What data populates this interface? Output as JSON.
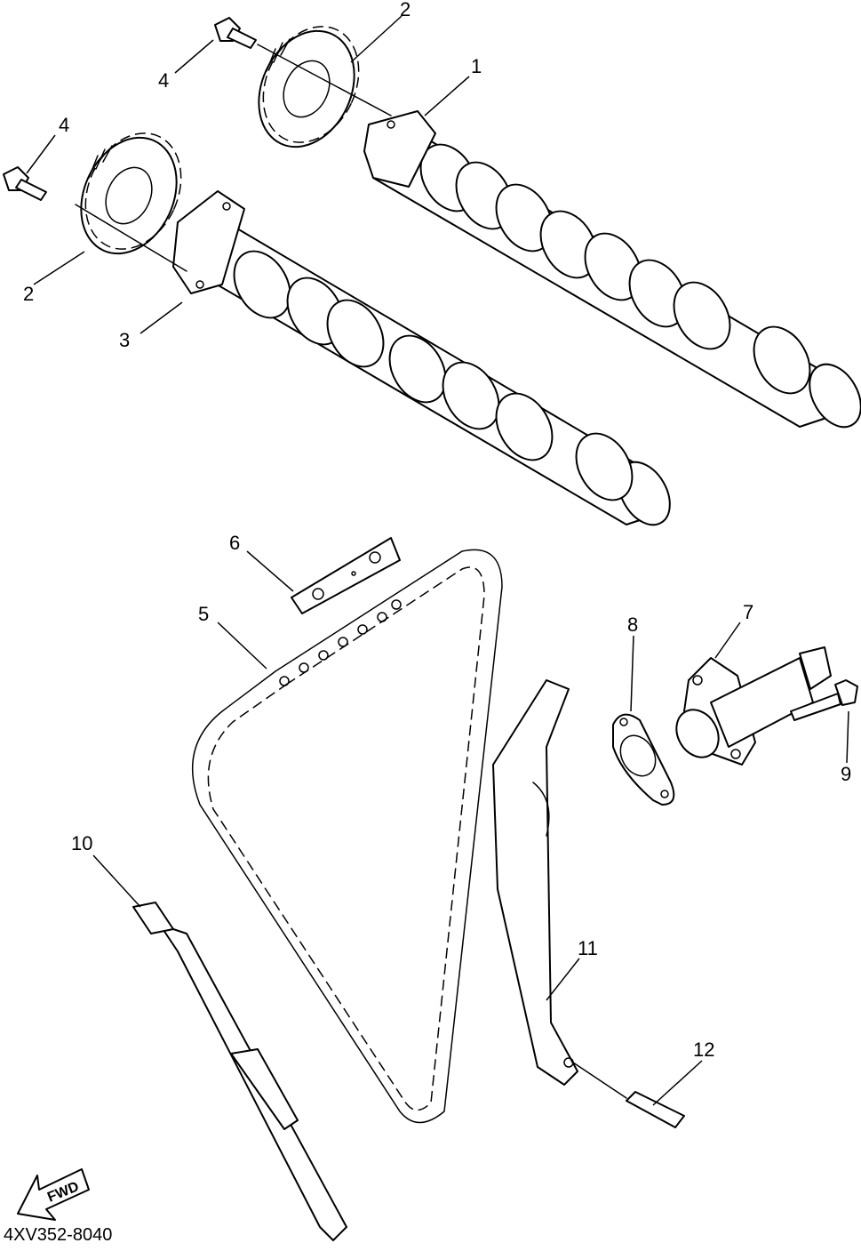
{
  "diagram_code": "4XV352-8040",
  "fwd_label": "FWD",
  "callouts": [
    "1",
    "2",
    "2",
    "3",
    "4",
    "4",
    "5",
    "6",
    "7",
    "8",
    "9",
    "10",
    "11",
    "12"
  ]
}
